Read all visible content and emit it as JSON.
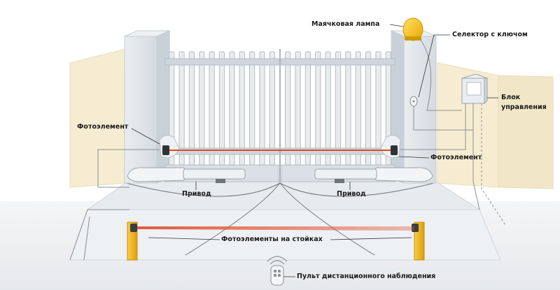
{
  "labels": {
    "beacon_lamp": "Маячковая лампа",
    "key_selector": "Селектор с ключом",
    "control_unit_line1": "Блок",
    "control_unit_line2": "управления",
    "photocell_left": "Фотоэлемент",
    "photocell_right": "Фотоэлемент",
    "actuator_left": "Привод",
    "actuator_right": "Привод",
    "photocell_posts": "Фотоэлементы на стойках",
    "remote": "Пульт дистанционного наблюдения"
  },
  "colors": {
    "wall": "#f6ecd1",
    "ground": "#eef0f1",
    "pillar": "#dde3e8",
    "gate": "#cfd6dc",
    "lamp": "#f6c51c",
    "post": "#f3b721",
    "beam": "#e04a2a",
    "wire": "#8a8f94"
  },
  "gate": {
    "left_leaf_bars": 11,
    "right_leaf_bars": 11
  },
  "icons": [
    "beacon-lamp-icon",
    "key-selector-icon",
    "control-box-icon",
    "photocell-icon",
    "actuator-icon",
    "post-photocell-icon",
    "remote-icon",
    "signal-waves-icon"
  ]
}
